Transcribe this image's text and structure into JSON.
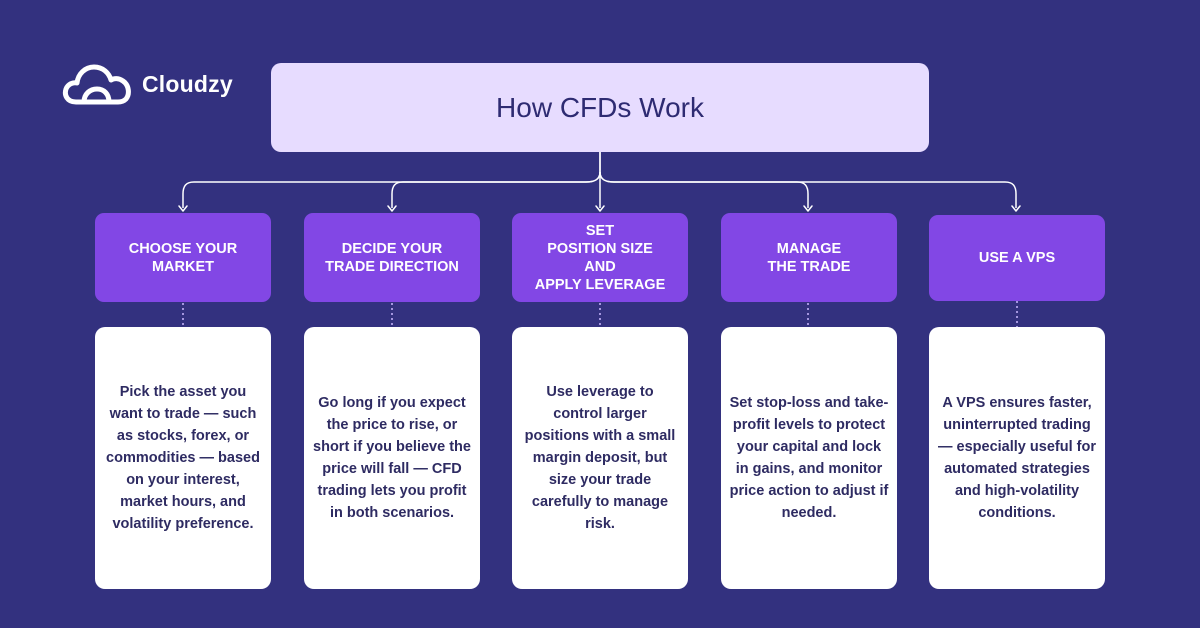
{
  "brand": {
    "name": "Cloudzy",
    "icon": "cloud-icon"
  },
  "title": "How CFDs Work",
  "steps": [
    {
      "label": "CHOOSE YOUR\nMARKET",
      "description": "Pick the asset you want to trade — such as stocks, forex, or commodities — based on your interest, market hours, and volatility preference."
    },
    {
      "label": "DECIDE YOUR\nTRADE DIRECTION",
      "description": "Go long if you expect the price to rise, or short if you believe the price will fall — CFD trading lets you profit in both scenarios."
    },
    {
      "label": "SET\nPOSITION SIZE\nAND\nAPPLY LEVERAGE",
      "description": "Use leverage to control larger positions with a small margin deposit, but size your trade carefully to manage risk."
    },
    {
      "label": "MANAGE\nTHE TRADE",
      "description": "Set stop-loss and take-profit levels to protect your capital and lock in gains, and monitor price action to adjust if needed."
    },
    {
      "label": "USE A VPS",
      "description": "A VPS ensures faster, uninterrupted trading — especially useful for automated strategies and high-volatility conditions."
    }
  ],
  "colors": {
    "background": "#33317f",
    "title_box": "#e7dcff",
    "step_box": "#8247e5",
    "description_box": "#ffffff",
    "connector": "#ffffff"
  }
}
